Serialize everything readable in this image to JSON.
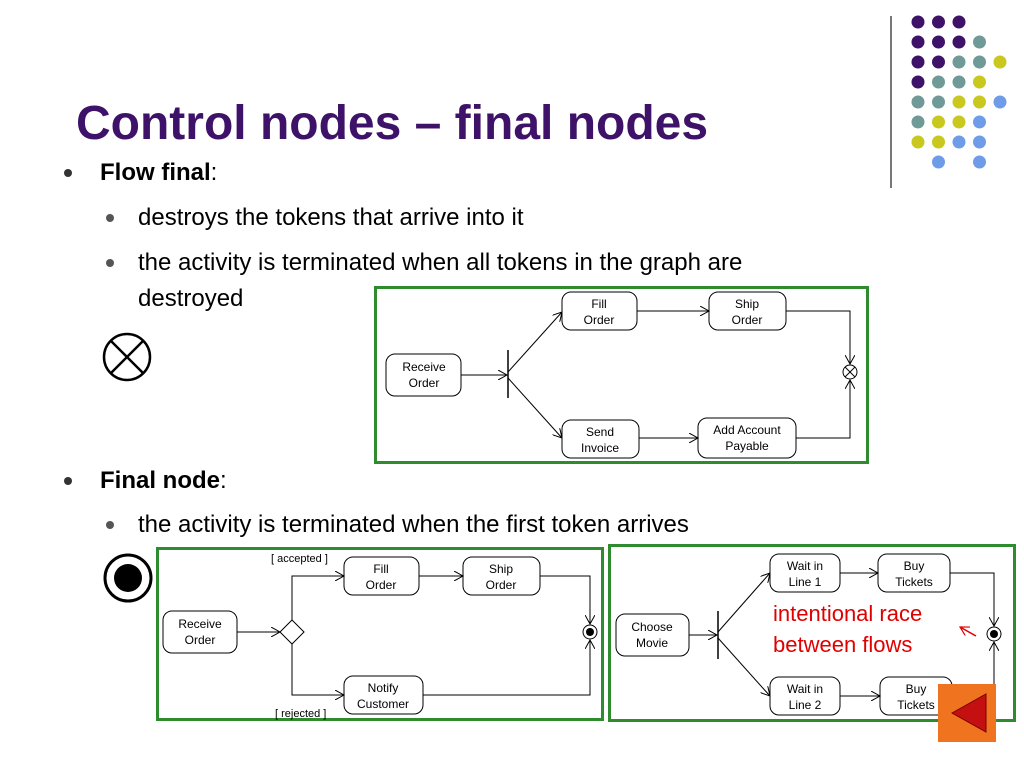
{
  "slide": {
    "title": "Control nodes – final nodes",
    "flow_final": {
      "term": "Flow final",
      "colon": ":",
      "sub": [
        "destroys the tokens that arrive into it",
        "the activity is terminated when all tokens in the graph are",
        "destroyed"
      ]
    },
    "final_node": {
      "term": "Final node",
      "colon": ":",
      "sub": [
        "the activity is terminated when the first token arrives"
      ]
    }
  },
  "diagram1": {
    "receive": [
      "Receive",
      "Order"
    ],
    "fill": [
      "Fill",
      "Order"
    ],
    "ship": [
      "Ship",
      "Order"
    ],
    "send": [
      "Send",
      "Invoice"
    ],
    "add": [
      "Add Account",
      "Payable"
    ]
  },
  "diagram2": {
    "accepted": "[ accepted ]",
    "rejected": "[ rejected ]",
    "receive": [
      "Receive",
      "Order"
    ],
    "fill": [
      "Fill",
      "Order"
    ],
    "ship": [
      "Ship",
      "Order"
    ],
    "notify": [
      "Notify",
      "Customer"
    ]
  },
  "diagram3": {
    "choose": [
      "Choose",
      "Movie"
    ],
    "wait1": [
      "Wait in",
      "Line 1"
    ],
    "buy1": [
      "Buy",
      "Tickets"
    ],
    "wait2": [
      "Wait in",
      "Line 2"
    ],
    "buy2": [
      "Buy",
      "Tickets"
    ],
    "race": [
      "intentional race",
      "between flows"
    ]
  },
  "colors": {
    "title": "#3d1268",
    "frame": "#2e8b2e",
    "annotation": "#e00000",
    "nav_button": "#f07420",
    "dot_purple": "#3d1268",
    "dot_teal": "#6f9a98",
    "dot_yellow": "#c8c81e",
    "dot_blue": "#6e9ce8"
  },
  "icons": [
    "flow-final-icon",
    "final-node-icon",
    "previous-slide-icon"
  ]
}
